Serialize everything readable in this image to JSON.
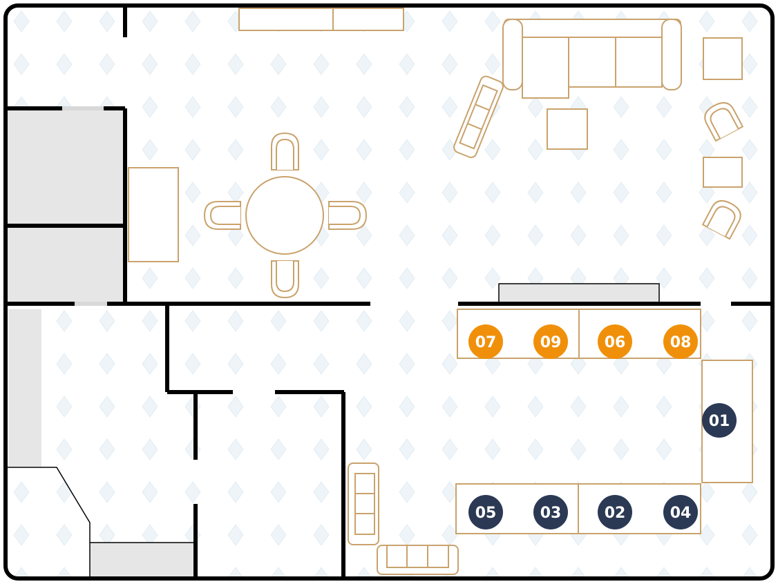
{
  "colors": {
    "wall": "#000000",
    "furniture": "#c9a26c",
    "floor_pattern": "#e8f0f6",
    "floor_pattern_alt": "#f5f2e0",
    "grey_block": "#e6e6e6",
    "marker_orange": "#f0900a",
    "marker_navy": "#2c3954",
    "marker_text": "#ffffff"
  },
  "markers": [
    {
      "id": "07",
      "label": "07",
      "group": "orange"
    },
    {
      "id": "09",
      "label": "09",
      "group": "orange"
    },
    {
      "id": "06",
      "label": "06",
      "group": "orange"
    },
    {
      "id": "08",
      "label": "08",
      "group": "orange"
    },
    {
      "id": "01",
      "label": "01",
      "group": "navy"
    },
    {
      "id": "05",
      "label": "05",
      "group": "navy"
    },
    {
      "id": "03",
      "label": "03",
      "group": "navy"
    },
    {
      "id": "02",
      "label": "02",
      "group": "navy"
    },
    {
      "id": "04",
      "label": "04",
      "group": "navy"
    }
  ]
}
